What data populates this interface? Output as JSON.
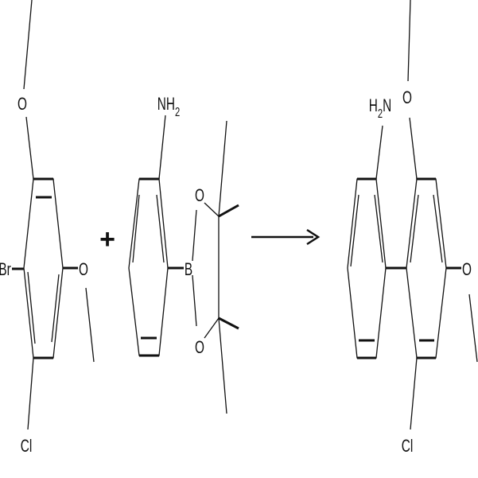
{
  "reactant1": {
    "atoms": {
      "o_top": "O",
      "o_right": "O",
      "br": "Br",
      "cl": "Cl"
    }
  },
  "plus": "+",
  "reactant2": {
    "atoms": {
      "nh2": "NH",
      "nh2_sub": "2",
      "b": "B",
      "o_upper": "O",
      "o_lower": "O"
    }
  },
  "product": {
    "atoms": {
      "h2n_h": "H",
      "h2n_sub": "2",
      "h2n_n": "N",
      "o_top": "O",
      "o_right": "O",
      "cl": "Cl"
    }
  },
  "arrow": {
    "direction": "right"
  }
}
